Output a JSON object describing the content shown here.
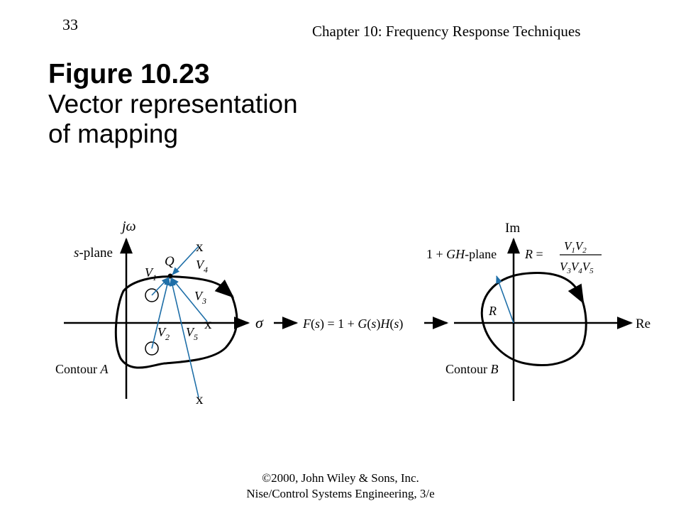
{
  "header": {
    "page_number": "33",
    "chapter": "Chapter 10: Frequency Response Techniques"
  },
  "title": {
    "label": "Figure 10.23",
    "caption_line1": "Vector representation",
    "caption_line2": "of mapping"
  },
  "diagram": {
    "left": {
      "vertical_axis": "jω",
      "horizontal_axis": "σ",
      "plane_label": "s-plane",
      "point_label": "Q",
      "contour_label": "Contour A",
      "vectors": [
        "V1",
        "V2",
        "V3",
        "V4",
        "V5"
      ]
    },
    "mapping": "F(s) = 1 + G(s)H(s)",
    "right": {
      "vertical_axis": "Im",
      "horizontal_axis": "Re",
      "plane_label": "1 + GH-plane",
      "vector_label": "R",
      "contour_label": "Contour B",
      "equation": "R = V1V2 / V3V4V5"
    },
    "colors": {
      "vector": "#1f6fa8",
      "ink": "#000000"
    }
  },
  "footer": {
    "line1": "©2000, John Wiley & Sons, Inc.",
    "line2": "Nise/Control Systems Engineering, 3/e"
  }
}
